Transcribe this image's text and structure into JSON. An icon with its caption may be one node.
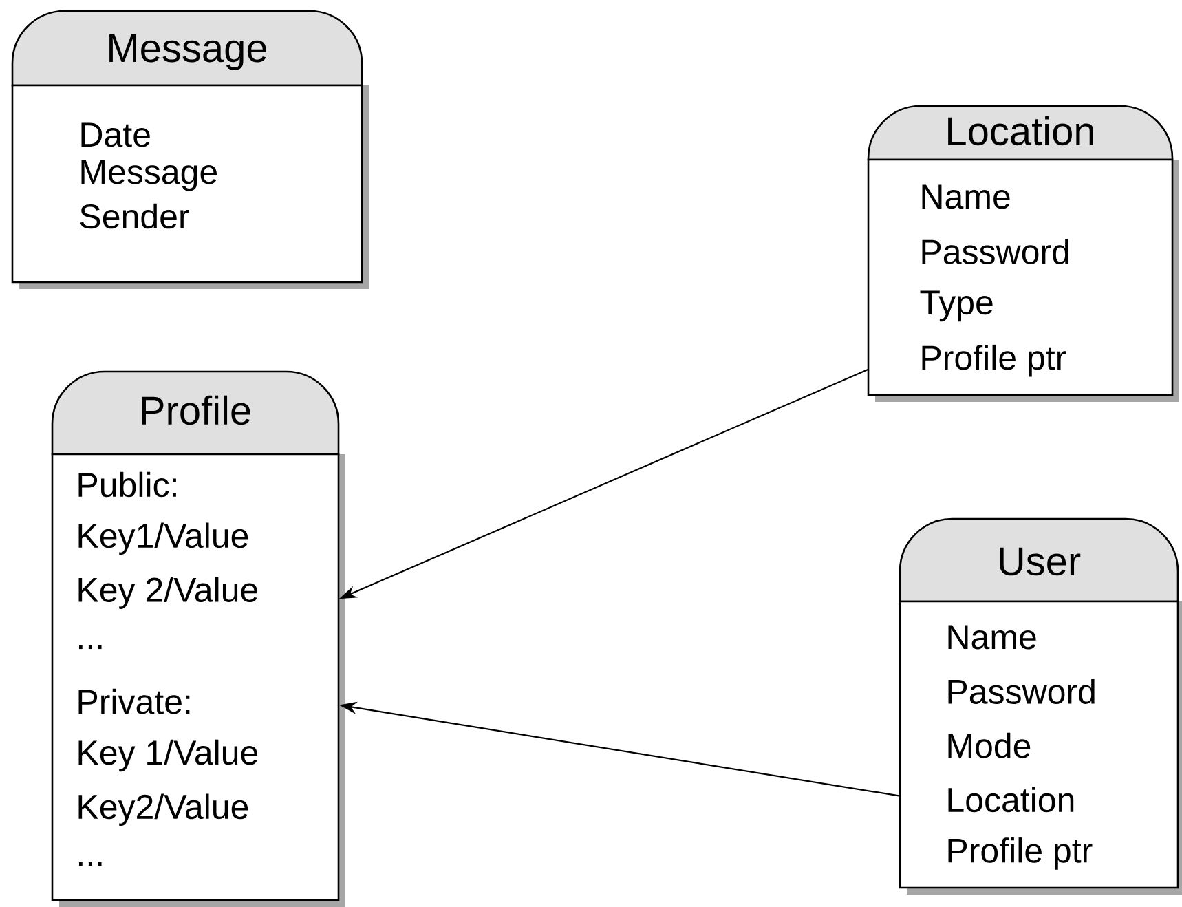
{
  "diagram": {
    "nodes": [
      {
        "text": [
          "Message",
          "Date",
          "Message",
          "Sender"
        ]
      },
      {
        "text": [
          "Location",
          "Name",
          "Password",
          "Type",
          "Profile ptr"
        ]
      },
      {
        "text": [
          "Profile",
          "Public:",
          "Key1/Value",
          "Key 2/Value",
          "...",
          "Private:",
          "Key 1/Value",
          "Key2/Value",
          "..."
        ]
      },
      {
        "text": [
          "User",
          "Name",
          "Password",
          "Mode",
          "Location",
          "Profile ptr"
        ]
      }
    ],
    "edges": [
      {
        "from": 1,
        "to": 2,
        "arrow": "to"
      },
      {
        "from": 3,
        "to": 2,
        "arrow": "to"
      }
    ]
  }
}
